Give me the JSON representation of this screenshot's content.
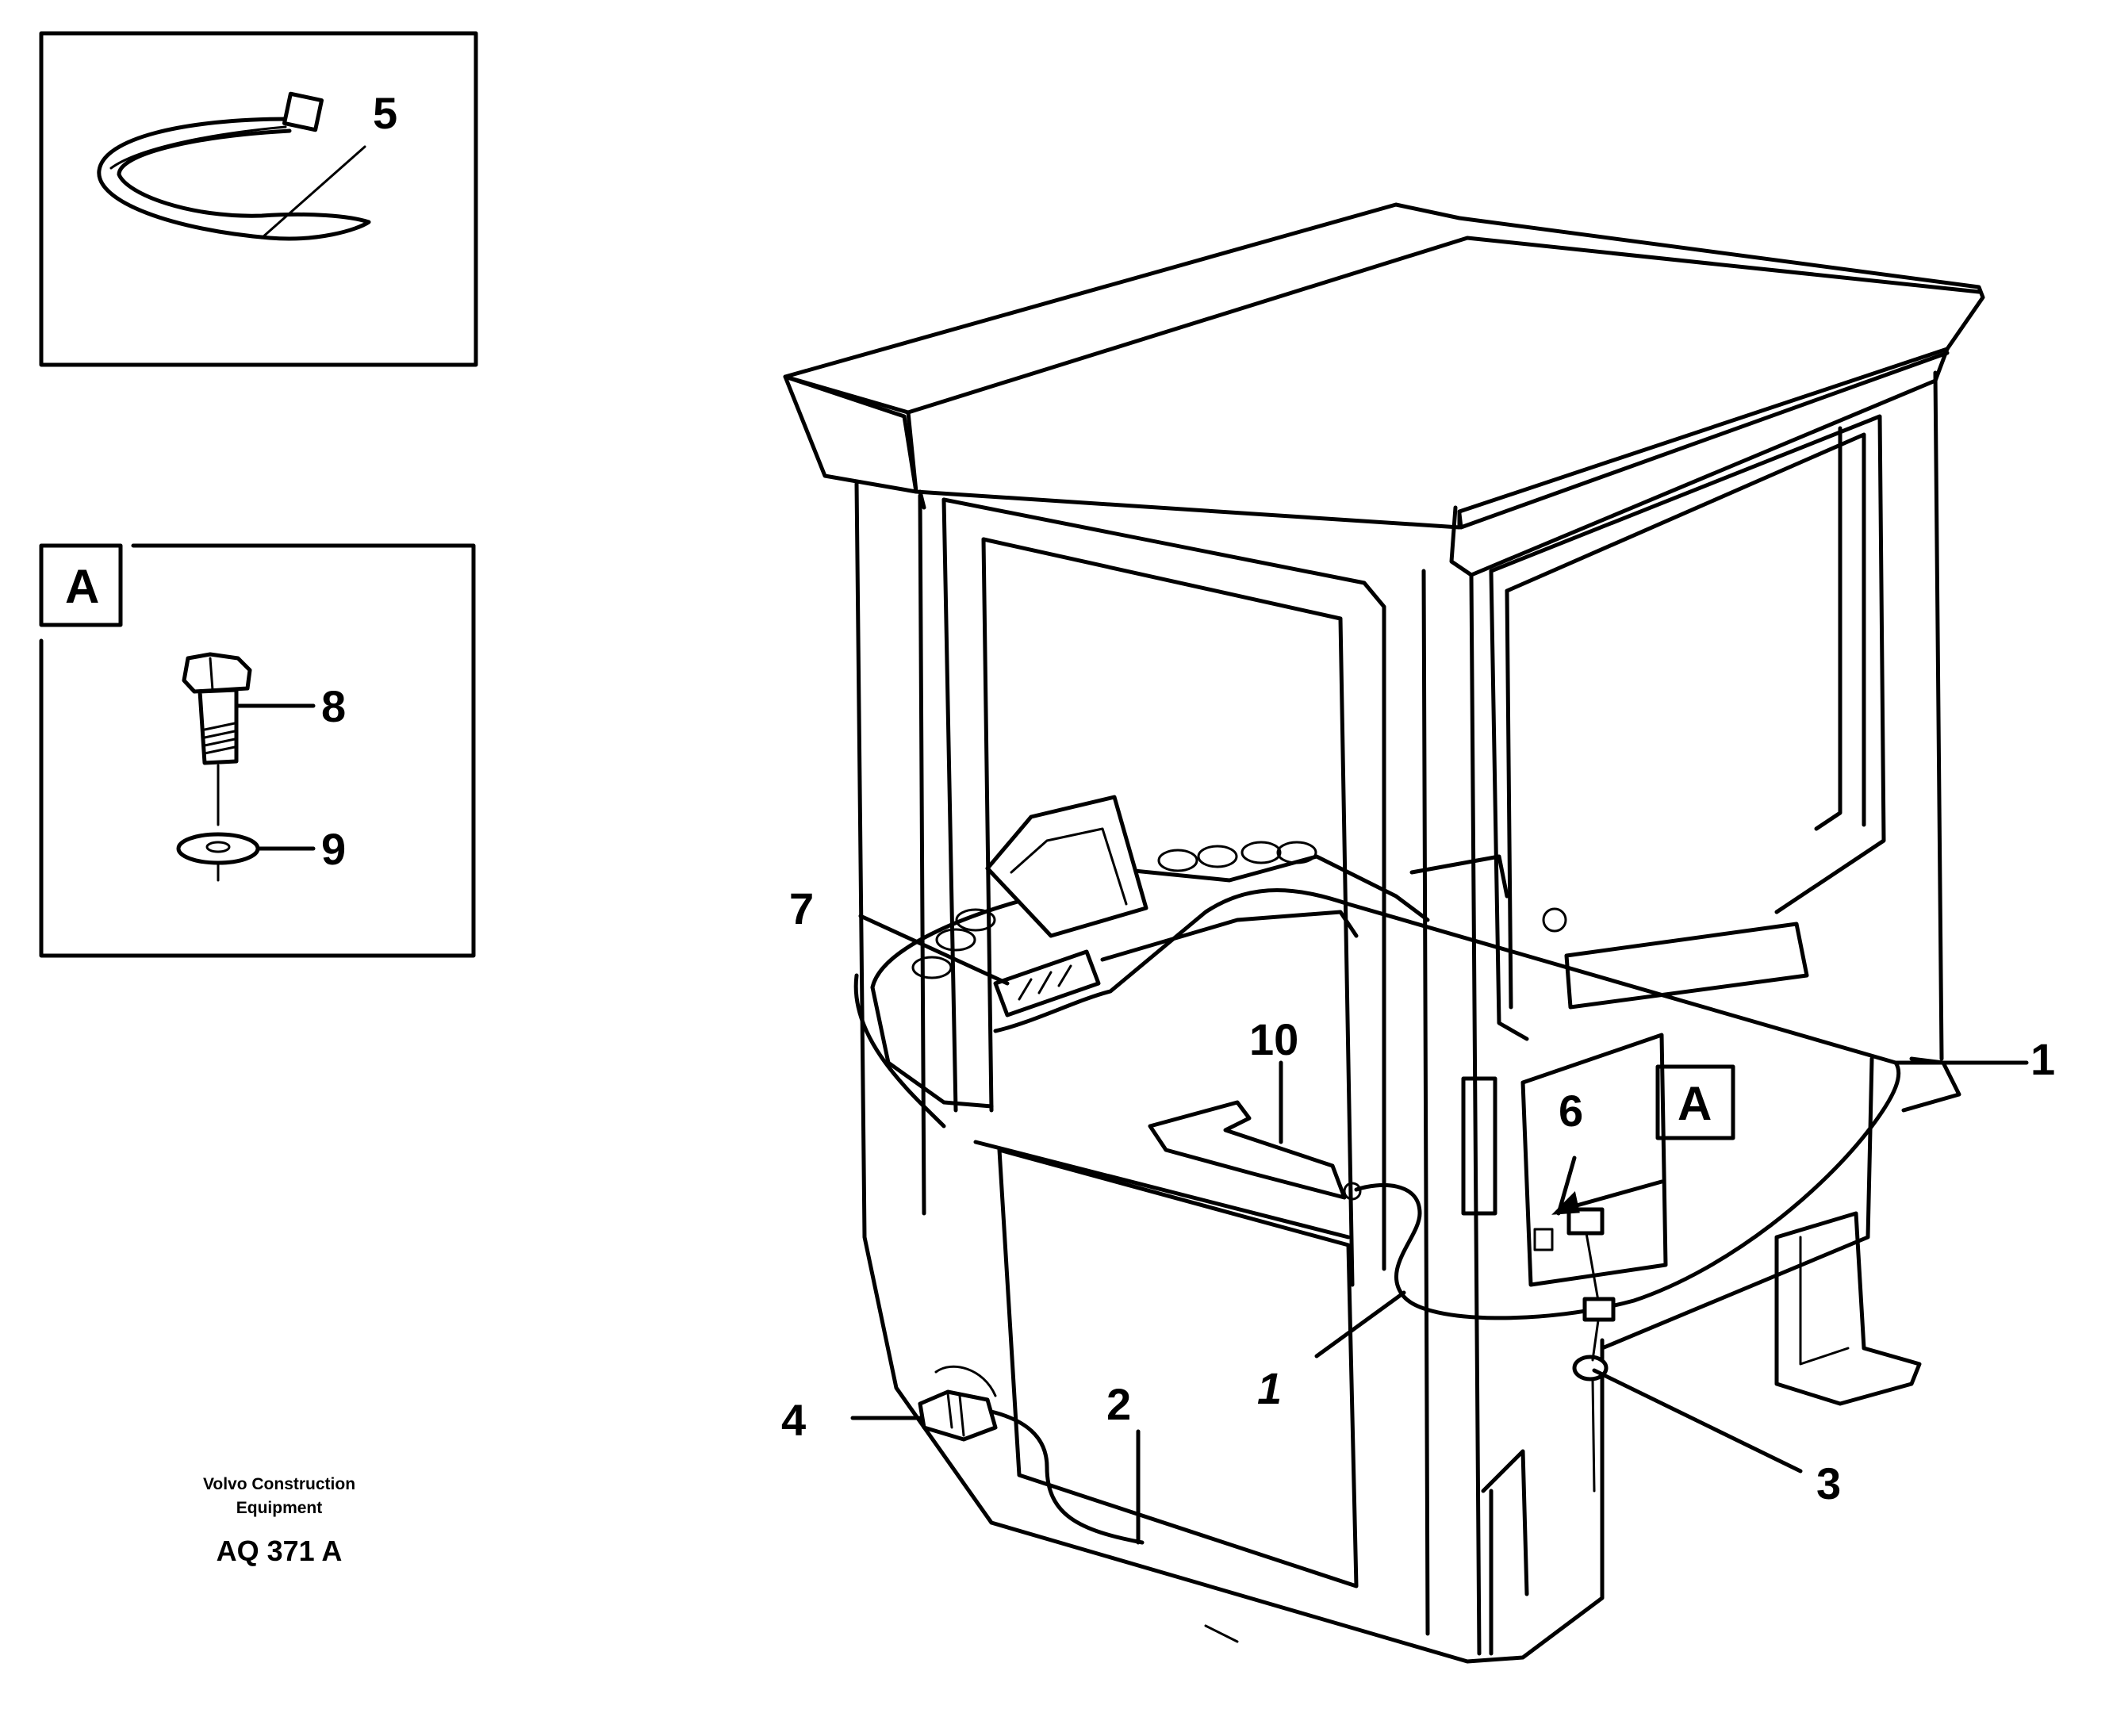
{
  "detail_boxes": {
    "tie_box_label": "5",
    "fastener_box_tag": "A",
    "fastener_bolt_label": "8",
    "fastener_washer_label": "9"
  },
  "callouts": {
    "cable_right": "1",
    "cable_middle": "1",
    "cable_lower": "2",
    "grommet": "3",
    "plug": "4",
    "socket": "6",
    "dash_unit": "7",
    "bracket": "10",
    "view_marker": "A"
  },
  "caption": {
    "line1": "Volvo Construction",
    "line2": "Equipment",
    "code": "AQ 371 A"
  }
}
